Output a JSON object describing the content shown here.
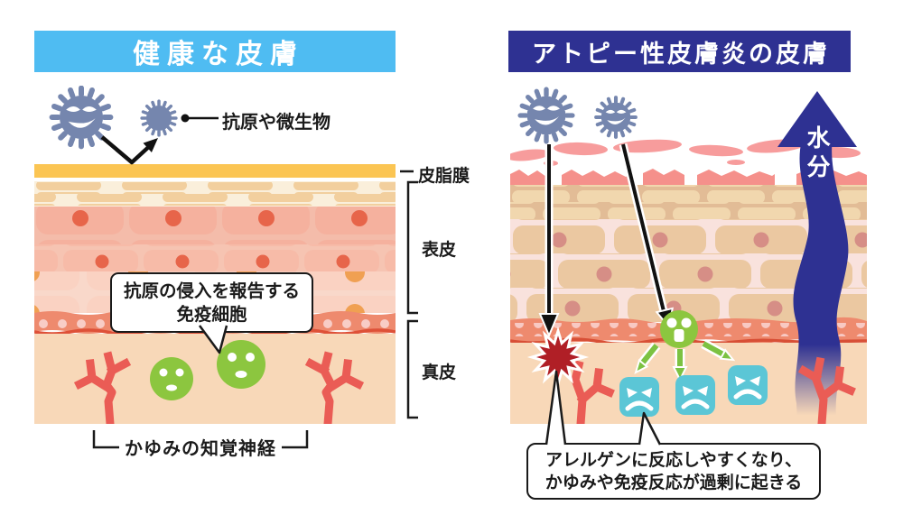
{
  "left_panel": {
    "title": "健康な皮膚",
    "antigen_label": "抗原や微生物",
    "immune_bubble": {
      "line1": "抗原の侵入を報告する",
      "line2": "免疫細胞"
    },
    "nerve_label": "かゆみの知覚神経"
  },
  "layer_labels": {
    "sebum": "皮脂膜",
    "epidermis": "表皮",
    "dermis": "真皮"
  },
  "right_panel": {
    "title": "アトピー性皮膚炎の皮膚",
    "moisture_label": "水分",
    "caption": {
      "line1": "アレルゲンに反応しやすくなり、",
      "line2": "かゆみや免疫反応が過剰に起きる"
    }
  },
  "colors": {
    "header_blue": "#4FBCF2",
    "header_navy": "#2E3192",
    "sebum_yellow": "#FBC553",
    "virus_blue": "#7586AE",
    "immune_green": "#8CC63F",
    "allergy_cyan": "#5BC6D6",
    "nerve_red": "#EA5C55",
    "inflammation_red": "#B01F26",
    "dermis_peach": "#F8D8B8",
    "moisture_arrow_navy": "#2E3192"
  },
  "icons": {
    "virus-icon": "spiked microbe",
    "immune-cell-icon": "green round cell with calm face",
    "activated-immune-cell-icon": "green cell with alarmed open mouth",
    "allergy-cell-icon": "cyan rounded-square cell with angry face",
    "itch-nerve-icon": "red branching sensory nerve",
    "inflammation-burst-icon": "dark red starburst",
    "moisture-arrow-icon": "navy wavy upward arrow",
    "bounce-arrow-icon": "black deflected arrow",
    "invasion-arrow-icon": "black penetrating arrow",
    "signal-arrow-icon": "green outlined signal arrow"
  }
}
